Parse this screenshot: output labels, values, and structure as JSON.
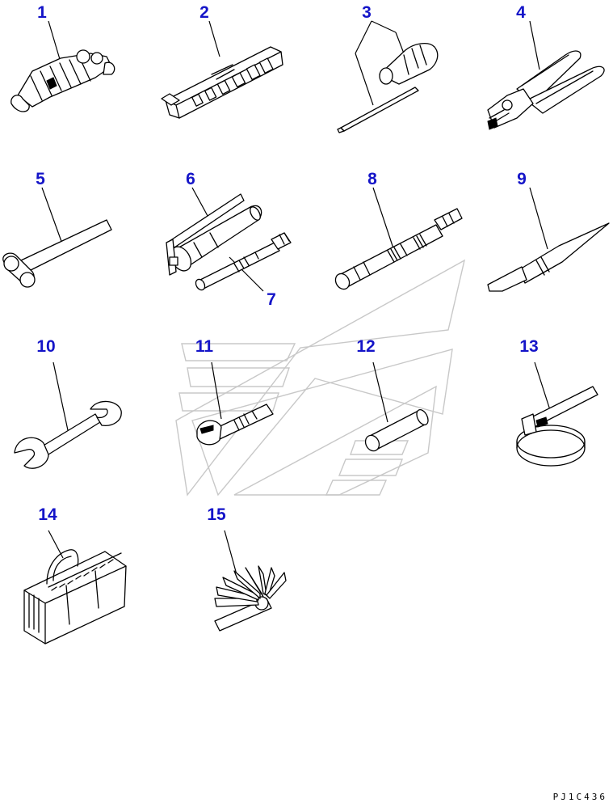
{
  "diagram": {
    "drawing_code": "PJ1C436",
    "parts": [
      {
        "number": "1"
      },
      {
        "number": "2"
      },
      {
        "number": "3"
      },
      {
        "number": "4"
      },
      {
        "number": "5"
      },
      {
        "number": "6"
      },
      {
        "number": "7"
      },
      {
        "number": "8"
      },
      {
        "number": "9"
      },
      {
        "number": "10"
      },
      {
        "number": "11"
      },
      {
        "number": "12"
      },
      {
        "number": "13"
      },
      {
        "number": "14"
      },
      {
        "number": "15"
      }
    ],
    "colors": {
      "callout": "#1414c8",
      "line": "#000000",
      "watermark": "#c8c8c8"
    }
  }
}
